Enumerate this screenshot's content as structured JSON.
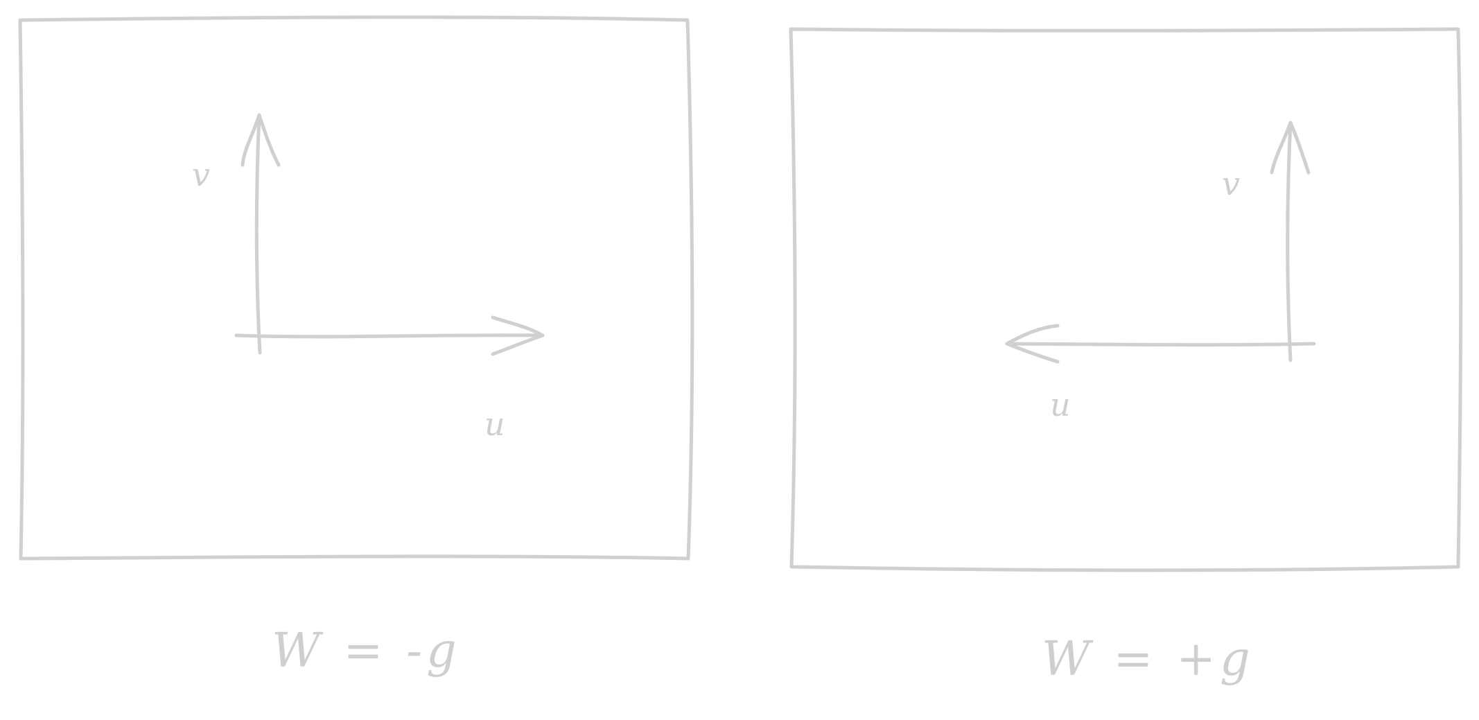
{
  "panels": [
    {
      "id": "left",
      "axes": {
        "vertical": "v",
        "horizontal": "u"
      },
      "caption": "W = -g"
    },
    {
      "id": "right",
      "axes": {
        "vertical": "v",
        "horizontal": "u"
      },
      "caption": "W = +g"
    }
  ],
  "style": {
    "stroke_color": "#d0d0d0",
    "background": "#ffffff"
  }
}
